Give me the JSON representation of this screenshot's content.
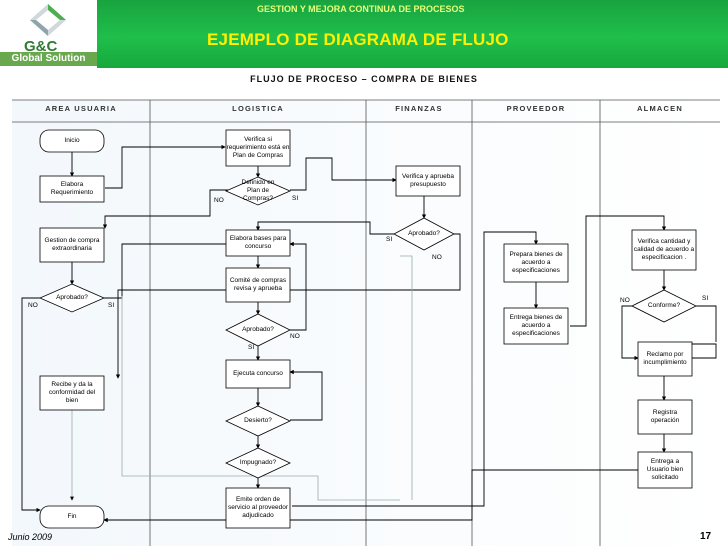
{
  "header": {
    "logo_name": "G&C",
    "logo_sub": "Global Solution",
    "banner_top": "GESTION Y MEJORA CONTINUA DE PROCESOS",
    "banner_title": "EJEMPLO DE DIAGRAMA DE FLUJO",
    "subtitle": "FLUJO DE PROCESO – COMPRA  DE BIENES"
  },
  "lanes": [
    "AREA USUARIA",
    "LOGISTICA",
    "FINANZAS",
    "PROVEEDOR",
    "ALMACEN"
  ],
  "nodes": {
    "inicio": "Inicio",
    "elabora_req": "Elabora Requerimiento",
    "gestion": "Gestion de compra extraordinaria",
    "aprobado_user": "Aprobado?",
    "recibe": "Recibe y da la conformidad del bien",
    "fin": "Fin",
    "verifica_plan": "Verifica si requerimiento está en  Plan de Compras",
    "definido": "Definido en Plan de Compras?",
    "elabora_bases": "Elabora  bases para concurso",
    "comite": "Comité de compras revisa y aprueba",
    "aprobado_log": "Aprobado?",
    "ejecuta": "Ejecuta concurso",
    "desierto": "Desierto?",
    "impugnado": "Impugnado?",
    "emite": "Emite orden de servicio al proveedor adjudicado",
    "verifica_presup": "Verifica y aprueba presupuesto",
    "aprobado_fin": "Aprobado?",
    "prepara": "Prepara bienes de acuerdo a especificaciones",
    "entrega_bienes": "Entrega bienes de acuerdo a especificaciones",
    "verifica_cant": "Verifica cantidad y calidad de acuerdo a especificacion .",
    "conforme": "Conforme?",
    "reclamo": "Reclamo por incumplimiento",
    "registra": "Registra operación",
    "entrega_usuario": "Entrega a Usuario bien solicitado"
  },
  "labels": {
    "no": "NO",
    "si": "SI"
  },
  "footer": {
    "date": "Junio 2009",
    "page": "17"
  }
}
